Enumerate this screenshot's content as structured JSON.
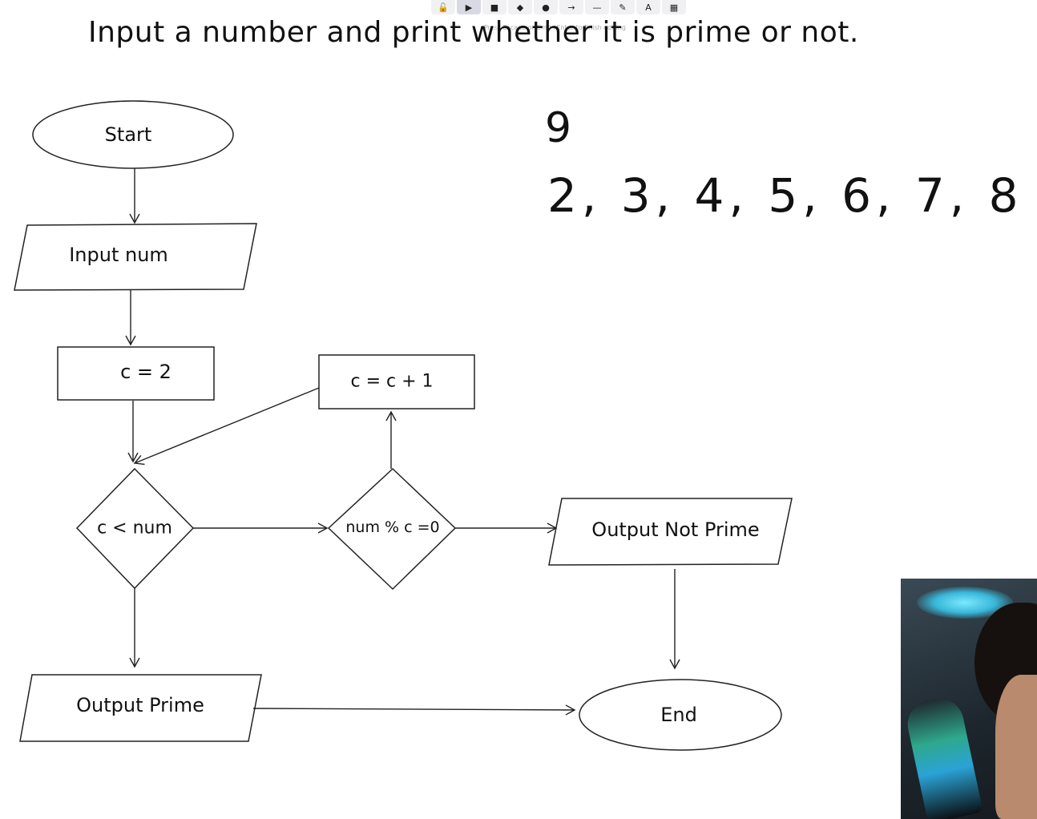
{
  "toolbar": {
    "tools": [
      {
        "icon": "lock-icon",
        "glyph": "🔓"
      },
      {
        "icon": "selection-icon",
        "glyph": "▶"
      },
      {
        "icon": "rectangle-icon",
        "glyph": "■"
      },
      {
        "icon": "diamond-icon",
        "glyph": "◆"
      },
      {
        "icon": "ellipse-icon",
        "glyph": "●"
      },
      {
        "icon": "arrow-icon",
        "glyph": "→"
      },
      {
        "icon": "line-icon",
        "glyph": "—"
      },
      {
        "icon": "pencil-icon",
        "glyph": "✎"
      },
      {
        "icon": "text-icon",
        "glyph": "A"
      },
      {
        "icon": "image-icon",
        "glyph": "▦"
      }
    ],
    "hint": "Press Escape or Cmd+Enter to finish editing"
  },
  "title": "Input a number and print whether it is prime or not.",
  "flowchart": {
    "start": "Start",
    "input": "Input num",
    "init": "c = 2",
    "increment": "c = c + 1",
    "loop_condition": "c < num",
    "divisible_check": "num % c =0",
    "output_not_prime": "Output Not Prime",
    "output_prime": "Output Prime",
    "end": "End"
  },
  "notes": {
    "number": "9",
    "sequence": "2, 3, 4, 5, 6, 7, 8"
  }
}
